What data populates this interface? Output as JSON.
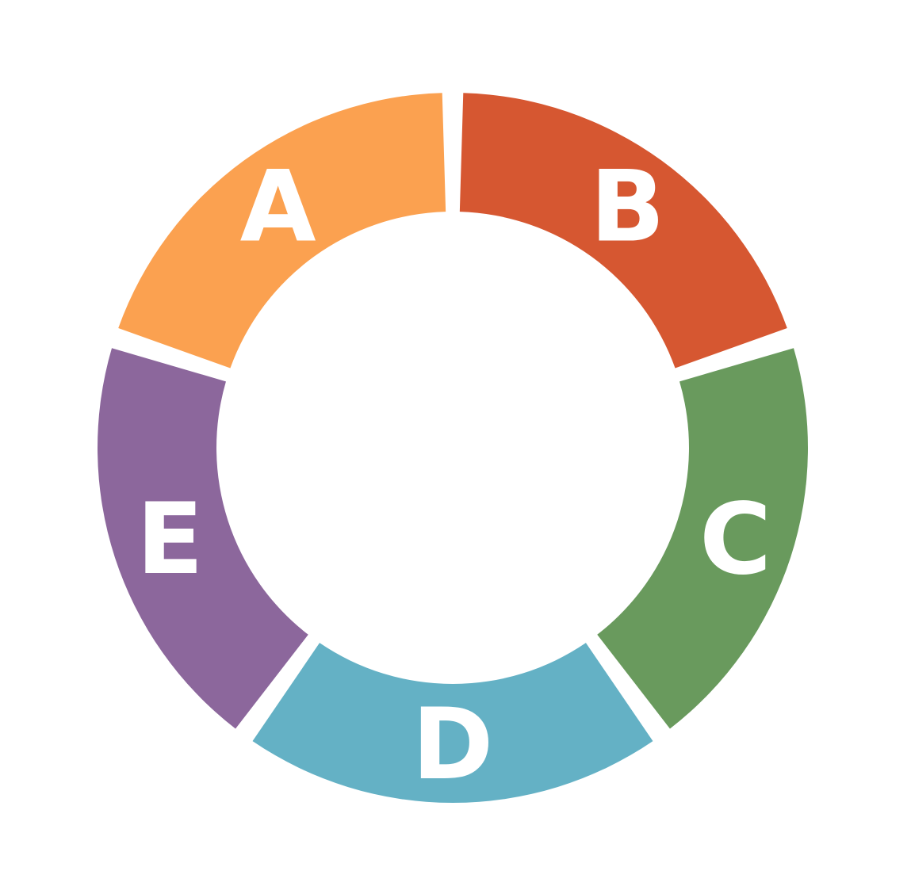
{
  "diagram": {
    "segments": [
      {
        "id": "a",
        "label": "A",
        "color": "#FBA150"
      },
      {
        "id": "b",
        "label": "B",
        "color": "#D65731"
      },
      {
        "id": "c",
        "label": "C",
        "color": "#699A5D"
      },
      {
        "id": "d",
        "label": "D",
        "color": "#64B1C5"
      },
      {
        "id": "e",
        "label": "E",
        "color": "#8C679C"
      }
    ]
  }
}
